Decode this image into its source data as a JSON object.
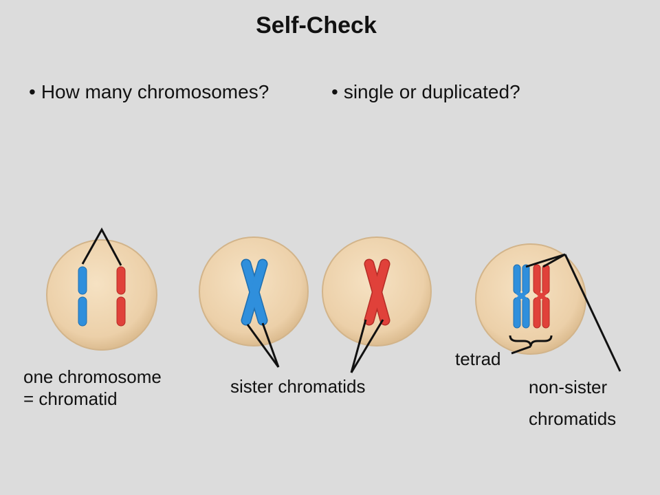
{
  "slide": {
    "title": "Self-Check",
    "bullets": [
      {
        "icon": "bullet-dot",
        "text": "How many chromosomes?"
      },
      {
        "icon": "bullet-dot",
        "text": "single or duplicated?"
      }
    ]
  },
  "labels": {
    "one_chromosome_line1": "one chromosome",
    "one_chromosome_line2": "= chromatid",
    "sister_chromatids": "sister chromatids",
    "tetrad": "tetrad",
    "non_sister_line1": "non-sister",
    "non_sister_line2": "chromatids"
  },
  "colors": {
    "background": "#dcdcdc",
    "cell_fill": "#eccfa8",
    "cell_edge": "#d2b48a",
    "blue_chromosome": "#2f8fdc",
    "red_chromosome": "#e0413a",
    "line": "#111111"
  }
}
